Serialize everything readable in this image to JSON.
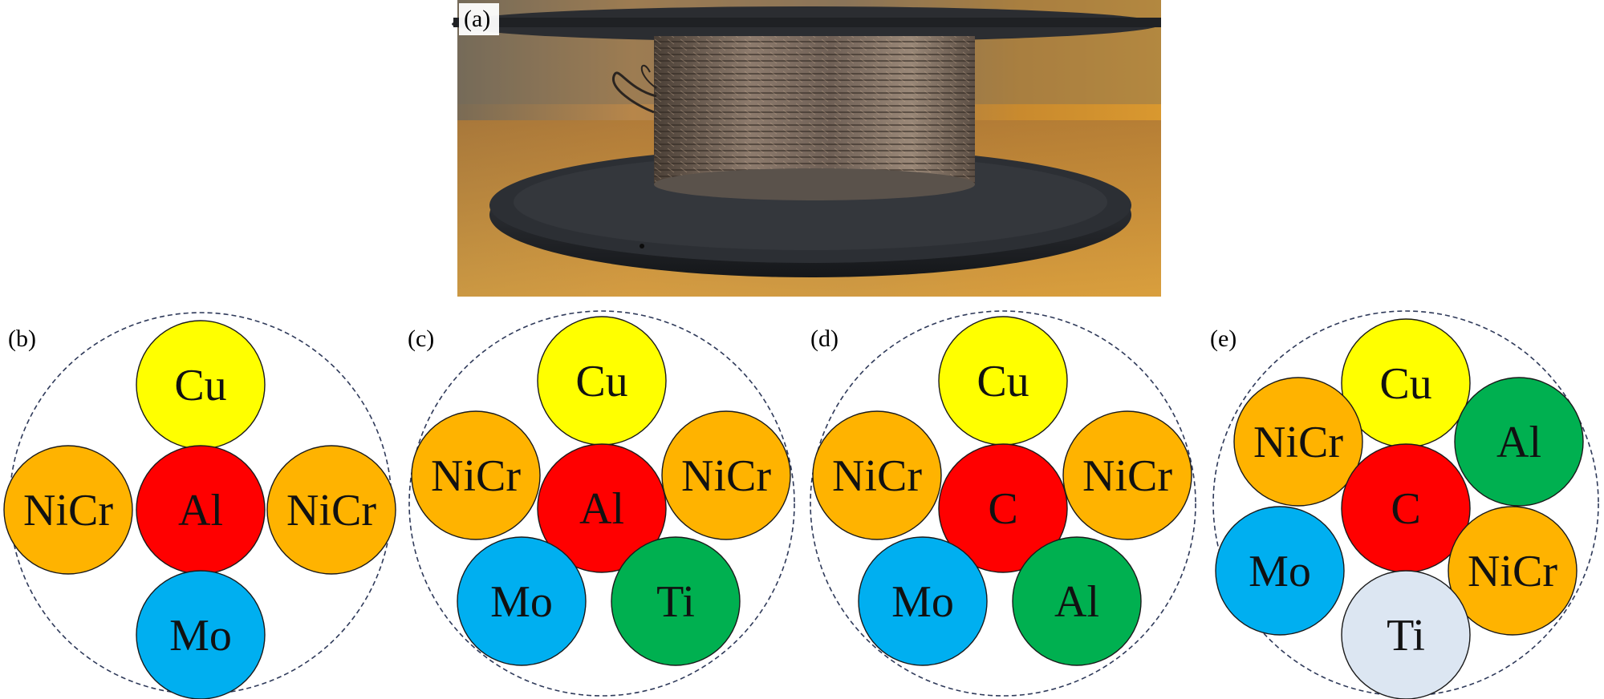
{
  "figure": {
    "photo": {
      "label": "(a)",
      "subject": "spool of twisted multi-strand wire"
    },
    "panels": [
      {
        "label": "(b)",
        "wires": [
          {
            "name": "Cu",
            "color": "#FFFF00"
          },
          {
            "name": "NiCr",
            "color": "#FFB300"
          },
          {
            "name": "Al",
            "color": "#FF0000"
          },
          {
            "name": "NiCr",
            "color": "#FFB300"
          },
          {
            "name": "Mo",
            "color": "#00AFF0"
          }
        ]
      },
      {
        "label": "(c)",
        "wires": [
          {
            "name": "Cu",
            "color": "#FFFF00"
          },
          {
            "name": "NiCr",
            "color": "#FFB300"
          },
          {
            "name": "Al",
            "color": "#FF0000"
          },
          {
            "name": "NiCr",
            "color": "#FFB300"
          },
          {
            "name": "Mo",
            "color": "#00AFF0"
          },
          {
            "name": "Ti",
            "color": "#00B050"
          }
        ]
      },
      {
        "label": "(d)",
        "wires": [
          {
            "name": "Cu",
            "color": "#FFFF00"
          },
          {
            "name": "NiCr",
            "color": "#FFB300"
          },
          {
            "name": "C",
            "color": "#FF0000"
          },
          {
            "name": "NiCr",
            "color": "#FFB300"
          },
          {
            "name": "Mo",
            "color": "#00AFF0"
          },
          {
            "name": "Al",
            "color": "#00B050"
          }
        ]
      },
      {
        "label": "(e)",
        "wires": [
          {
            "name": "Cu",
            "color": "#FFFF00"
          },
          {
            "name": "NiCr",
            "color": "#FFB300"
          },
          {
            "name": "Al",
            "color": "#00B050"
          },
          {
            "name": "C",
            "color": "#FF0000"
          },
          {
            "name": "Mo",
            "color": "#00AFF0"
          },
          {
            "name": "NiCr",
            "color": "#FFB300"
          },
          {
            "name": "Ti",
            "color": "#DCE6F2"
          }
        ]
      }
    ]
  }
}
